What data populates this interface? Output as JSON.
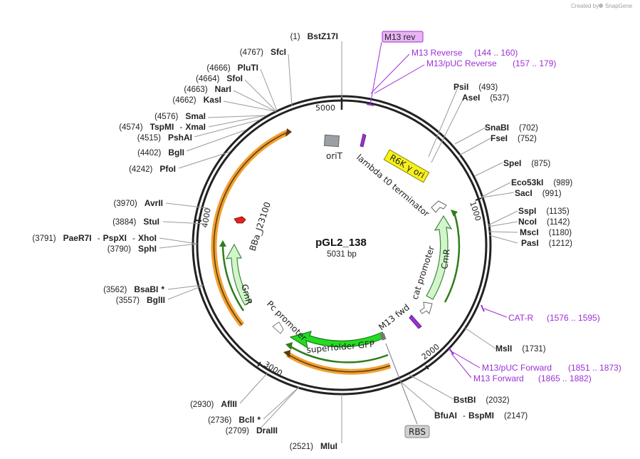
{
  "brand": {
    "created_by": "Created by",
    "name": "SnapGene"
  },
  "plasmid": {
    "name": "pGL2_138",
    "size_label": "5031 bp"
  },
  "ticks": {
    "t1000": "1000",
    "t2000": "2000",
    "t3000": "3000",
    "t4000": "4000",
    "t5000": "5000"
  },
  "sites": {
    "bstz17i": {
      "pos": "(1)",
      "name": "BstZ17I"
    },
    "sfci": {
      "pos": "(4767)",
      "name": "SfcI"
    },
    "pluti": {
      "pos": "(4666)",
      "name": "PluTI"
    },
    "sfoi": {
      "pos": "(4664)",
      "name": "SfoI"
    },
    "nari": {
      "pos": "(4663)",
      "name": "NarI"
    },
    "kasi": {
      "pos": "(4662)",
      "name": "KasI"
    },
    "smai": {
      "pos": "(4576)",
      "name": "SmaI"
    },
    "tspmi": {
      "pos": "(4574)",
      "name": "TspMI",
      "sep": "-",
      "name2": "XmaI"
    },
    "pshai": {
      "pos": "(4515)",
      "name": "PshAI"
    },
    "bgli": {
      "pos": "(4402)",
      "name": "BglI"
    },
    "pfoi": {
      "pos": "(4242)",
      "name": "PfoI"
    },
    "avrii": {
      "pos": "(3970)",
      "name": "AvrII"
    },
    "stui": {
      "pos": "(3884)",
      "name": "StuI"
    },
    "paer7i": {
      "pos": "(3791)",
      "name": "PaeR7I",
      "sep": "-",
      "name2": "PspXI",
      "sep2": "-",
      "name3": "XhoI"
    },
    "sphi": {
      "pos": "(3790)",
      "name": "SphI"
    },
    "bsabi": {
      "pos": "(3562)",
      "name": "BsaBI",
      "star": "*"
    },
    "bglii": {
      "pos": "(3557)",
      "name": "BglII"
    },
    "aflii": {
      "pos": "(2930)",
      "name": "AflII"
    },
    "bcli": {
      "pos": "(2736)",
      "name": "BclI",
      "star": "*"
    },
    "draiii": {
      "pos": "(2709)",
      "name": "DraIII"
    },
    "mlui": {
      "pos": "(2521)",
      "name": "MluI"
    },
    "psii": {
      "name": "PsiI",
      "pos": "(493)"
    },
    "asei": {
      "name": "AseI",
      "pos": "(537)"
    },
    "snabi": {
      "name": "SnaBI",
      "pos": "(702)"
    },
    "fsei": {
      "name": "FseI",
      "pos": "(752)"
    },
    "spei": {
      "name": "SpeI",
      "pos": "(875)"
    },
    "eco53ki": {
      "name": "Eco53kI",
      "pos": "(989)"
    },
    "saci": {
      "name": "SacI",
      "pos": "(991)"
    },
    "sspi": {
      "name": "SspI",
      "pos": "(1135)"
    },
    "ncoi": {
      "name": "NcoI",
      "pos": "(1142)"
    },
    "msci": {
      "name": "MscI",
      "pos": "(1180)"
    },
    "pasi": {
      "name": "PasI",
      "pos": "(1212)"
    },
    "msli": {
      "name": "MslI",
      "pos": "(1731)"
    },
    "bstbi": {
      "name": "BstBI",
      "pos": "(2032)"
    },
    "bfuai": {
      "name": "BfuAI",
      "sep": "-",
      "name2": "BspMI",
      "pos": "(2147)"
    }
  },
  "primers": {
    "m13rev_box": "M13 rev",
    "m13reverse": {
      "name": "M13 Reverse",
      "range": "(144 .. 160)"
    },
    "m13puc_reverse": {
      "name": "M13/pUC Reverse",
      "range": "(157 .. 179)"
    },
    "catr": {
      "name": "CAT-R",
      "range": "(1576 .. 1595)"
    },
    "m13puc_forward": {
      "name": "M13/pUC Forward",
      "range": "(1851 .. 1873)"
    },
    "m13forward": {
      "name": "M13 Forward",
      "range": "(1865 .. 1882)"
    }
  },
  "features": {
    "orit": "oriT",
    "lambda": "lambda t0 terminator",
    "r6k": "R6K γ ori",
    "cmr": "CmR",
    "cat_promoter": "cat promoter",
    "m13fwd": "M13 fwd",
    "superfolder": "superfolder GFP",
    "rbs": "RBS",
    "pc_promoter": "Pc promoter",
    "gmr": "GmR",
    "bba": "BBa_J23100"
  },
  "colors": {
    "backbone": "#222222",
    "primer": "#9c2fd6",
    "orange": "#f0a030",
    "arrow_green": "#2e7d1a",
    "cmr_fill": "#d4f5cc",
    "gfp_fill": "#22dd22",
    "r6k_fill": "#f7f11b",
    "orit_fill": "#9aa0a6",
    "rbs_fill": "#d0d0d0",
    "m13rev_fill": "#e8b4f2",
    "promoter_red": "#e22020"
  }
}
